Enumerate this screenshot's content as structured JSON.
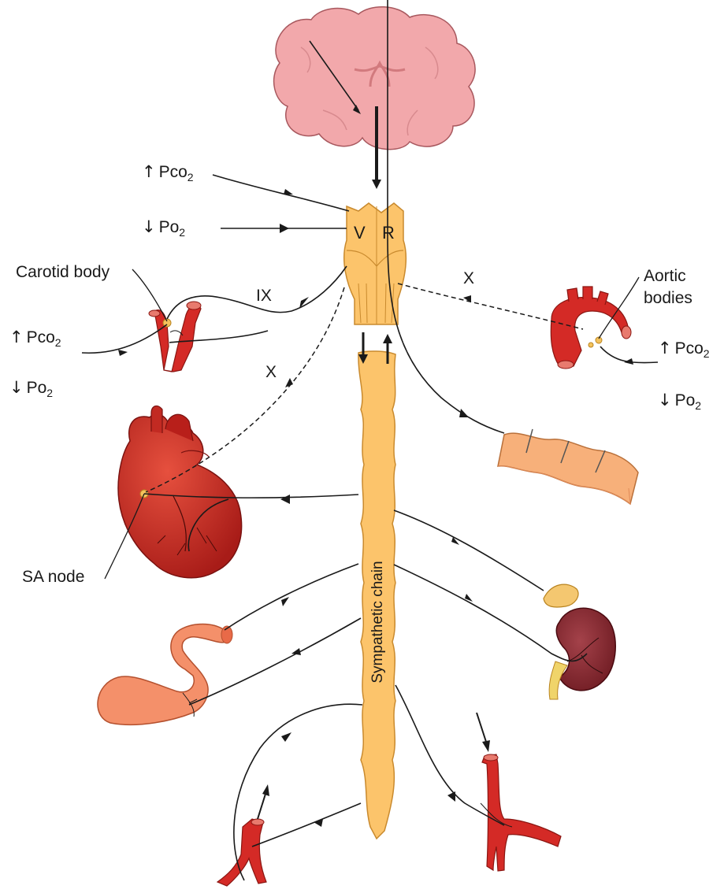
{
  "labels": {
    "v": "V",
    "r": "R",
    "vagus_x_right": "X",
    "vagus_x_left": "X",
    "glossopharyngeal_ix": "IX",
    "carotid_body": "Carotid body",
    "aortic_bodies_line1": "Aortic",
    "aortic_bodies_line2": "bodies",
    "sa_node": "SA node",
    "sympathetic_chain": "Sympathetic chain"
  },
  "stimuli": {
    "up_arrow": "↑",
    "down_arrow": "↓",
    "pco": "Pco",
    "po": "Po",
    "subscript": "2"
  },
  "colors": {
    "brain": "#f2a8ab",
    "brain_outline": "#a8585e",
    "medulla": "#fcc46b",
    "medulla_outline": "#c98a2e",
    "chain": "#fcc46b",
    "artery_red": "#d42a26",
    "heart": "#cf2e22",
    "intestine": "#f4906a",
    "kidney": "#8e2a2e",
    "skin": "#f7b07a",
    "nerve": "#1a1a1a"
  }
}
